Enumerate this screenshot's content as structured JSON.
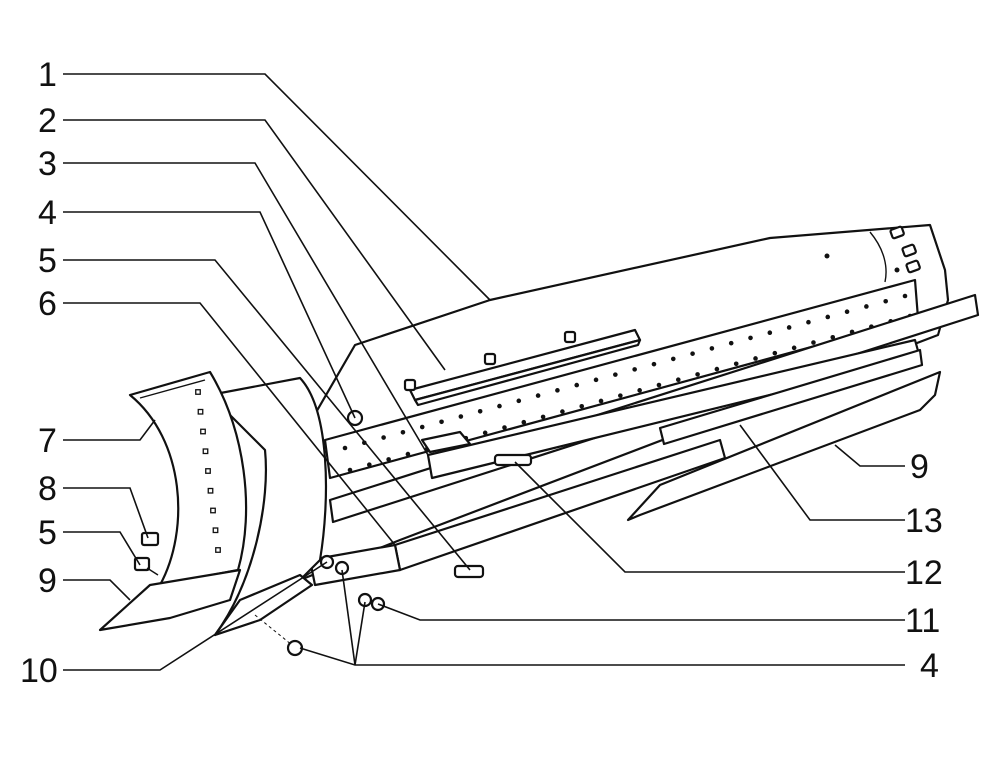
{
  "callouts_left": [
    {
      "id": "1",
      "label": "1"
    },
    {
      "id": "2",
      "label": "2"
    },
    {
      "id": "3",
      "label": "3"
    },
    {
      "id": "4a",
      "label": "4"
    },
    {
      "id": "5a",
      "label": "5"
    },
    {
      "id": "6",
      "label": "6"
    },
    {
      "id": "7",
      "label": "7"
    },
    {
      "id": "8",
      "label": "8"
    },
    {
      "id": "5b",
      "label": "5"
    },
    {
      "id": "9a",
      "label": "9"
    },
    {
      "id": "10",
      "label": "10"
    }
  ],
  "callouts_right": [
    {
      "id": "9b",
      "label": "9"
    },
    {
      "id": "13",
      "label": "13"
    },
    {
      "id": "12",
      "label": "12"
    },
    {
      "id": "11",
      "label": "11"
    },
    {
      "id": "4b",
      "label": "4"
    }
  ]
}
